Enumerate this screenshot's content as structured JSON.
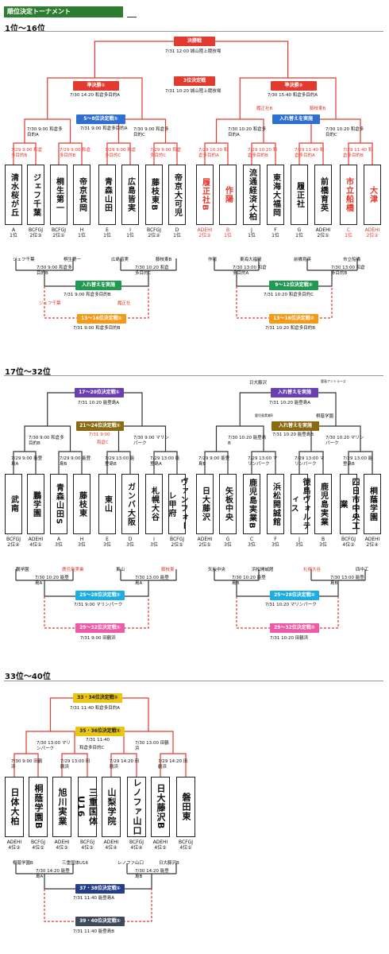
{
  "header": "順位決定トーナメント",
  "s1": {
    "title": "1位〜16位",
    "final": {
      "label": "決勝戦",
      "info": "7/31 12:00 城山陸上競技場"
    },
    "third": {
      "label": "3位決定戦",
      "info": "7/31 10:20 城山陸上競技場"
    },
    "sf1": {
      "label": "準決勝①",
      "info": "7/30 14:20 和倉多目的A"
    },
    "sf2": {
      "label": "準決勝②",
      "info": "7/30 15:40 和倉多目的A"
    },
    "p58": {
      "label": "5〜8位決定戦①",
      "info": "7/31 9:00 和倉多目的A"
    },
    "rep1": {
      "label": "入れ替えを実施",
      "info": "7/31 9:00 和倉多目的B"
    },
    "rep2": {
      "label": "入れ替えを実施"
    },
    "p1316a": {
      "label": "13〜16位決定戦①",
      "info": "7/31 9:00 和倉多目的B"
    },
    "p912": {
      "label": "9〜12位決定戦②",
      "info": "7/31 10:20 和倉多目的C"
    },
    "p1316b": {
      "label": "13〜16位決定戦②",
      "info": "7/31 10:20 和倉多目的B"
    },
    "m_a": "7/30 9:00 和倉多目的A",
    "m_b": "7/30 9:00 和倉多目的C",
    "m_c": "7/30 10:20 和倉多目的A",
    "m_d": "7/30 10:20 和倉多目的C",
    "r1": [
      "7/29 9:00 和倉多目的B",
      "7/29 9:00 和倉多目的B",
      "7/29 9:00 和倉多目的C",
      "7/29 9:00 和倉多目的C",
      "7/29 10:20 和倉多目的A",
      "7/29 10:20 和倉多目的B",
      "7/29 11:40 和倉多目的A",
      "7/29 11:40 和倉多目的B"
    ],
    "teams": [
      {
        "name": "清水桜が丘",
        "group": "A",
        "rank": "1位",
        "red": false
      },
      {
        "name": "ジェフ千葉",
        "group": "BCFGJ",
        "rank": "2位③",
        "red": false
      },
      {
        "name": "桐生第一",
        "group": "BCFGJ",
        "rank": "2位①",
        "red": false
      },
      {
        "name": "帝京長岡",
        "group": "H",
        "rank": "1位",
        "red": false
      },
      {
        "name": "青森山田",
        "group": "E",
        "rank": "1位",
        "red": false
      },
      {
        "name": "広島皆実",
        "group": "I",
        "rank": "1位",
        "red": false
      },
      {
        "name": "藤枝東B",
        "group": "BCFGJ",
        "rank": "2位②",
        "red": false
      },
      {
        "name": "帝京大可児",
        "group": "D",
        "rank": "1位",
        "red": false
      },
      {
        "name": "履正社B",
        "group": "ADEHI",
        "rank": "2位③",
        "red": true
      },
      {
        "name": "作陽",
        "group": "B",
        "rank": "1位",
        "red": true
      },
      {
        "name": "流通経済大柏",
        "group": "J",
        "rank": "1位",
        "red": false
      },
      {
        "name": "東海大福岡",
        "group": "F",
        "rank": "1位",
        "red": false
      },
      {
        "name": "履正社",
        "group": "G",
        "rank": "1位",
        "red": false
      },
      {
        "name": "前橋育英",
        "group": "ADEHI",
        "rank": "2位①",
        "red": false
      },
      {
        "name": "市立船橋",
        "group": "C",
        "rank": "1位",
        "red": true
      },
      {
        "name": "大津",
        "group": "ADEHI",
        "rank": "2位②",
        "red": true
      }
    ],
    "lower": {
      "jefu": "ジェフ千葉",
      "kiryu": "桐生第一",
      "hiro": "広島皆実",
      "fuji": "藤枝東B",
      "m1": "7/30 9:00 和倉多目的B",
      "m2": "7/30 10:20 和倉多目的C",
      "sakuyo": "作陽",
      "tokai": "東海大福岡",
      "mae": "前橋育英",
      "ichi": "市立船橋",
      "m3": "7/30 13:00 和倉多目的A",
      "m4": "7/30 13:00 和倉多目的B",
      "rishoB": "履正社B",
      "fujiB": "藤枝東B",
      "risho": "履正社",
      "jefu2": "ジェフ千葉"
    }
  },
  "s2": {
    "title": "17位〜32位",
    "top": "日大藤沢",
    "topr": "鹿島アントラーズ",
    "p1720": {
      "label": "17〜20位決定戦①",
      "info": "7/31 10:20 能登島A"
    },
    "p2124": {
      "label": "21〜24位決定戦①",
      "info": "7/31 9:00",
      "info2": "和倉C"
    },
    "rep1": {
      "label": "入れ替えを実施",
      "info": "7/31 10:20 能登島A"
    },
    "rep2": {
      "label": "入れ替えを実施",
      "info": "7/31 10:20 能登島B"
    },
    "tr": "桐蔭学園",
    "tsmall": "鹿児島実業B",
    "m_a": "7/30 9:00 和倉多目的B",
    "m_b": "7/30 9:00 マリンパーク",
    "m_c": "7/30 10:20 能登島B",
    "m_d": "7/30 10:20 マリンパーク",
    "r1": [
      "7/29 9:00 能登島A",
      "7/29 9:00 能登島B",
      "7/29 13:00 能登島B",
      "7/29 13:00 能登島A",
      "7/29 9:00 能登島B",
      "7/29 13:00 マリンパーク",
      "7/29 13:00 マリンパーク",
      "7/29 13:00 能登島B"
    ],
    "teams": [
      {
        "name": "武南",
        "group": "BCFGJ",
        "rank": "2位④"
      },
      {
        "name": "鵬学園",
        "group": "ADEHI",
        "rank": "4位①"
      },
      {
        "name": "青森山田S",
        "group": "A",
        "rank": "3位"
      },
      {
        "name": "藤枝東",
        "group": "H",
        "rank": "3位"
      },
      {
        "name": "東山",
        "group": "E",
        "rank": "3位"
      },
      {
        "name": "ガンバ大阪",
        "group": "D",
        "rank": "3位"
      },
      {
        "name": "札幌大谷",
        "group": "I",
        "rank": "3位"
      },
      {
        "name": "ヴァンフォーレ甲府",
        "group": "BCFGJ",
        "rank": "2位⑤"
      },
      {
        "name": "日大藤沢",
        "group": "ADEHI",
        "rank": "2位⑤"
      },
      {
        "name": "矢板中央",
        "group": "G",
        "rank": "3位"
      },
      {
        "name": "鹿児島実業B",
        "group": "C",
        "rank": "3位"
      },
      {
        "name": "浜松開誠館",
        "group": "F",
        "rank": "3位"
      },
      {
        "name": "徳島ヴォルティス",
        "group": "J",
        "rank": "3位"
      },
      {
        "name": "鹿児島実業",
        "group": "B",
        "rank": "3位"
      },
      {
        "name": "四日市中央工業",
        "group": "BCFGJ",
        "rank": "4位②"
      },
      {
        "name": "桐蔭学園",
        "group": "ADEHI",
        "rank": "2位④"
      }
    ],
    "p2528a": {
      "label": "25〜28位決定戦①",
      "info": "7/31 9:00 マリンパーク"
    },
    "p2932a": {
      "label": "29〜32位決定戦①",
      "info": "7/31 9:00 田鶴浜"
    },
    "p2528b": {
      "label": "25〜28位決定戦②",
      "info": "7/31 10:20 マリンパーク"
    },
    "p2932b": {
      "label": "29〜32位決定戦②",
      "info": "7/31 10:20 田鶴浜"
    },
    "lower": {
      "a": "鵬学園",
      "b": "鹿児島実業",
      "c": "東山",
      "d": "藤枝東",
      "m1": "7/30 10:20 能登島A",
      "m2": "7/30 13:00 能登島A",
      "e": "矢板中央",
      "f": "浜松開誠館",
      "g": "札幌大谷",
      "h": "四中工",
      "m3": "7/30 10:20 能登島B",
      "m4": "7/30 13:00 能登島B"
    }
  },
  "s3": {
    "title": "33位〜40位",
    "p3334": {
      "label": "33・34位決定戦①",
      "info": "7/31 11:40 和倉多目的A"
    },
    "p3536": {
      "label": "35・36位決定戦①",
      "info": "7/31 11:40",
      "info2": "和倉多目的C"
    },
    "m_a": "7/30 13:00 マリンパーク",
    "m_b": "7/30 13:00 田鶴浜",
    "r1": [
      "7/30 9:00 田鶴浜",
      "7/29 13:00 田鶴浜",
      "7/29 14:20 田鶴浜",
      "7/29 14:20 田鶴浜"
    ],
    "teams": [
      {
        "name": "日体大柏",
        "group": "ADEHI",
        "rank": "4位②"
      },
      {
        "name": "桐蔭学園B",
        "group": "BCFGJ",
        "rank": "4位⑤"
      },
      {
        "name": "旭川実業",
        "group": "ADEHI",
        "rank": "4位③"
      },
      {
        "name": "三重国体U16",
        "group": "BCFGJ",
        "rank": "4位③"
      },
      {
        "name": "山梨学院",
        "group": "ADEHI",
        "rank": "4位④"
      },
      {
        "name": "レノファ山口",
        "group": "BCFGJ",
        "rank": "4位④"
      },
      {
        "name": "日大藤沢B",
        "group": "ADEHI",
        "rank": "4位⑤"
      },
      {
        "name": "磐田東",
        "group": "BCFGJ",
        "rank": "4位①"
      }
    ],
    "p3738": {
      "label": "37・38位決定戦①",
      "info": "7/31 11:40 能登島A"
    },
    "p3940": {
      "label": "39・40位決定戦①",
      "info": "7/31 11:40 能登島B"
    },
    "lower": {
      "a": "桐蔭学園B",
      "b": "三重国体U16",
      "c": "レノファ山口",
      "d": "日大藤沢B",
      "m1": "7/30 14:20 能登島A",
      "m2": "7/30 14:20 能登島B"
    }
  },
  "colors": {
    "red": "#e23a2e",
    "black": "#222222"
  }
}
